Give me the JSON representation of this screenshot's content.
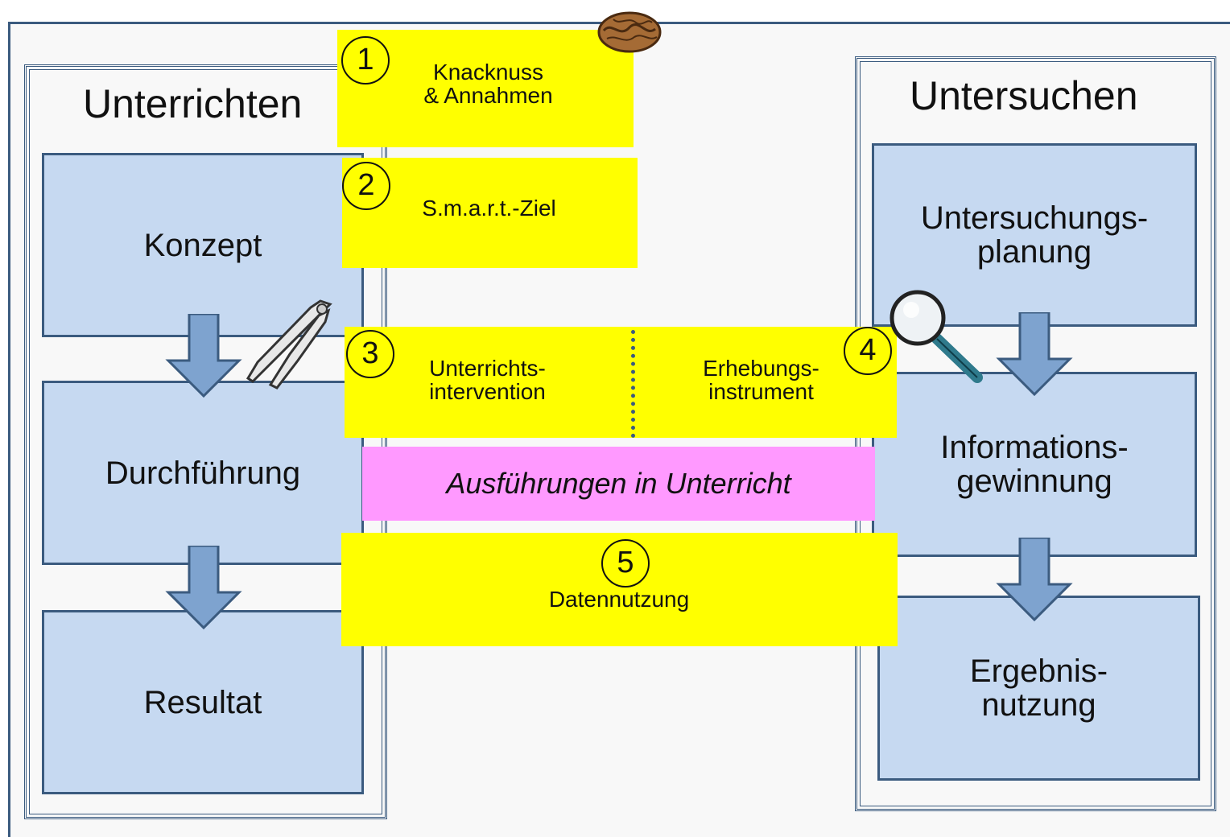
{
  "panels": {
    "left_title": "Unterrichten",
    "right_title": "Untersuchen"
  },
  "left_steps": [
    "Konzept",
    "Durchführung",
    "Resultat"
  ],
  "right_steps": [
    "Untersuchungs-\nplanung",
    "Informations-\ngewinnung",
    "Ergebnis-\nnutzung"
  ],
  "yellow_boxes": {
    "box1": {
      "num": "1",
      "text": "Knacknuss\n& Annahmen"
    },
    "box2": {
      "num": "2",
      "text": "S.m.a.r.t.-Ziel"
    },
    "box3": {
      "num": "3",
      "text": "Unterrichts-\nintervention"
    },
    "box4": {
      "num": "4",
      "text": "Erhebungs-\ninstrument"
    },
    "box5": {
      "num": "5",
      "text": "Datennutzung"
    }
  },
  "pink_bar": "Ausführungen in Unterricht",
  "icons": [
    "walnut-icon",
    "nutcracker-icon",
    "magnifier-icon",
    "down-arrow-icon"
  ],
  "colors": {
    "yellow": "#ffff00",
    "pink": "#ff99ff",
    "step_fill": "#c6d9f1",
    "border": "#3b5b7f",
    "arrow": "#7ea3cf"
  }
}
